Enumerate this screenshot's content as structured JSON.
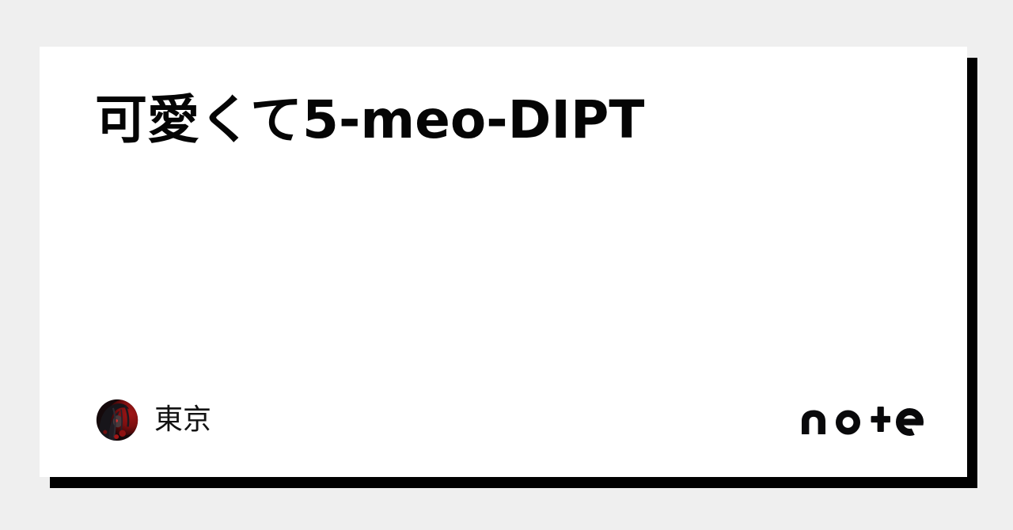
{
  "colors": {
    "page_background": "#efefef",
    "card_background": "#ffffff",
    "card_shadow": "#000000",
    "title_text": "#050505",
    "author_text": "#131313",
    "logo": "#09090b",
    "avatar_red": "#8e1212"
  },
  "article": {
    "title": "可愛くて5-meo-DIPT"
  },
  "author": {
    "name": "東京",
    "avatar_icon": "dark-anime-character-avatar"
  },
  "brand": {
    "name": "note",
    "logo_text": "no+e"
  }
}
